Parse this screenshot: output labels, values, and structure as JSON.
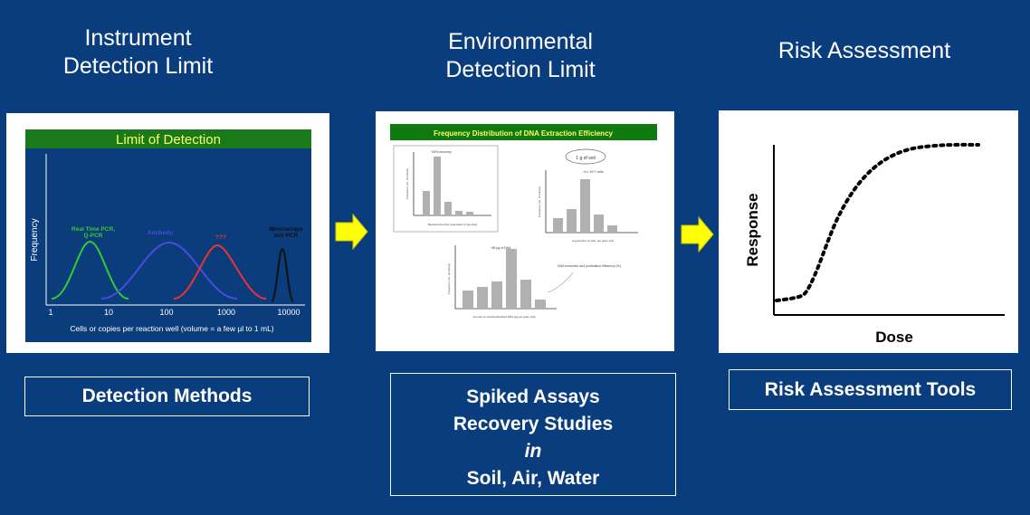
{
  "columns": {
    "left": {
      "heading_line1": "Instrument",
      "heading_line2": "Detection Limit",
      "box_label": "Detection Methods"
    },
    "middle": {
      "heading_line1": "Environmental",
      "heading_line2": "Detection Limit",
      "box_lines": [
        "Spiked Assays",
        "Recovery Studies",
        "in",
        "Soil, Air, Water"
      ]
    },
    "right": {
      "heading": "Risk Assessment",
      "box_label": "Risk Assessment Tools"
    }
  },
  "lod_chart": {
    "title": "Limit of Detection",
    "ylabel": "Frequency",
    "xlabel": "Cells or copies per reaction well (volume = a few µl to 1 mL)",
    "xticks": [
      "1",
      "10",
      "100",
      "1000",
      "10000"
    ],
    "curves": [
      {
        "name_line1": "Real Time PCR,",
        "name_line2": "Q-PCR",
        "color": "#33cc33"
      },
      {
        "name_line1": "Antibody",
        "name_line2": "",
        "color": "#4a4ae0"
      },
      {
        "name_line1": "???",
        "name_line2": "",
        "color": "#ee3333"
      },
      {
        "name_line1": "Microarrays",
        "name_line2": "w/o PCR",
        "color": "#111111"
      }
    ]
  },
  "freq_chart": {
    "title": "Frequency Distribution of DNA Extraction Efficiency",
    "callout": "1 g of soil",
    "annotation": "DNA extraction and purification efficiency (%)",
    "sub1_label": "~35% recovery",
    "sub2_label": "~6 x 10^7 cells",
    "sub3_label": "~65 µg of DNA",
    "sub1_xlabel": "Bacterial diversity (equivalent of species)",
    "sub2_xlabel": "Log(number of cells, per gram soil)",
    "sub3_xlabel": "Amount of extracted/purified DNA (µg per gram soil)",
    "ylabel_short": "Frequency (no. of entries)"
  },
  "dose_response": {
    "xlabel": "Dose",
    "ylabel": "Response"
  },
  "colors": {
    "background": "#0a3d7e",
    "arrow": "#ffff00",
    "header_green": "#0f7a0f"
  }
}
